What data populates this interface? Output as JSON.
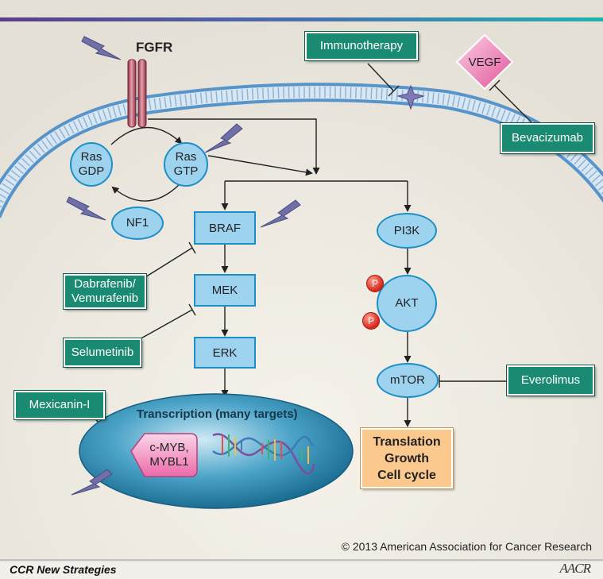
{
  "receptor": {
    "label": "FGFR"
  },
  "nodes": {
    "ras_gdp": "Ras\nGDP",
    "ras_gtp": "Ras\nGTP",
    "nf1": "NF1",
    "braf": "BRAF",
    "mek": "MEK",
    "erk": "ERK",
    "pi3k": "PI3K",
    "akt": "AKT",
    "mtor": "mTOR",
    "phospho_1": "P",
    "phospho_2": "P",
    "vegf": "VEGF",
    "cmyb": "c-MYB,\nMYBL1"
  },
  "drugs": {
    "immunotherapy": "Immunotherapy",
    "bevacizumab": "Bevacizumab",
    "dabrafenib": "Dabrafenib/\nVemurafenib",
    "selumetinib": "Selumetinib",
    "everolimus": "Everolimus",
    "mexicanin": "Mexicanin-I"
  },
  "nucleus": {
    "label": "Transcription (many targets)"
  },
  "outcome": {
    "line1": "Translation",
    "line2": "Growth",
    "line3": "Cell cycle"
  },
  "footer": {
    "copyright": "© 2013 American Association for Cancer Research",
    "series": "CCR New Strategies",
    "logo_text": "AACR"
  },
  "colors": {
    "drug_box": "#1a8a72",
    "kinase_fill": "#9dd3ee",
    "kinase_border": "#1d8fc7",
    "membrane": "#6fa8dc",
    "receptor": "#c25a6a",
    "vegf": "#f07bb0",
    "outcome": "#fbc98e",
    "mutation_bolt": "#7070a8"
  },
  "icons": [
    "lightning-bolt-icon",
    "receptor-icon",
    "dna-helix-icon",
    "star-target-icon",
    "inhibition-bar-icon"
  ]
}
